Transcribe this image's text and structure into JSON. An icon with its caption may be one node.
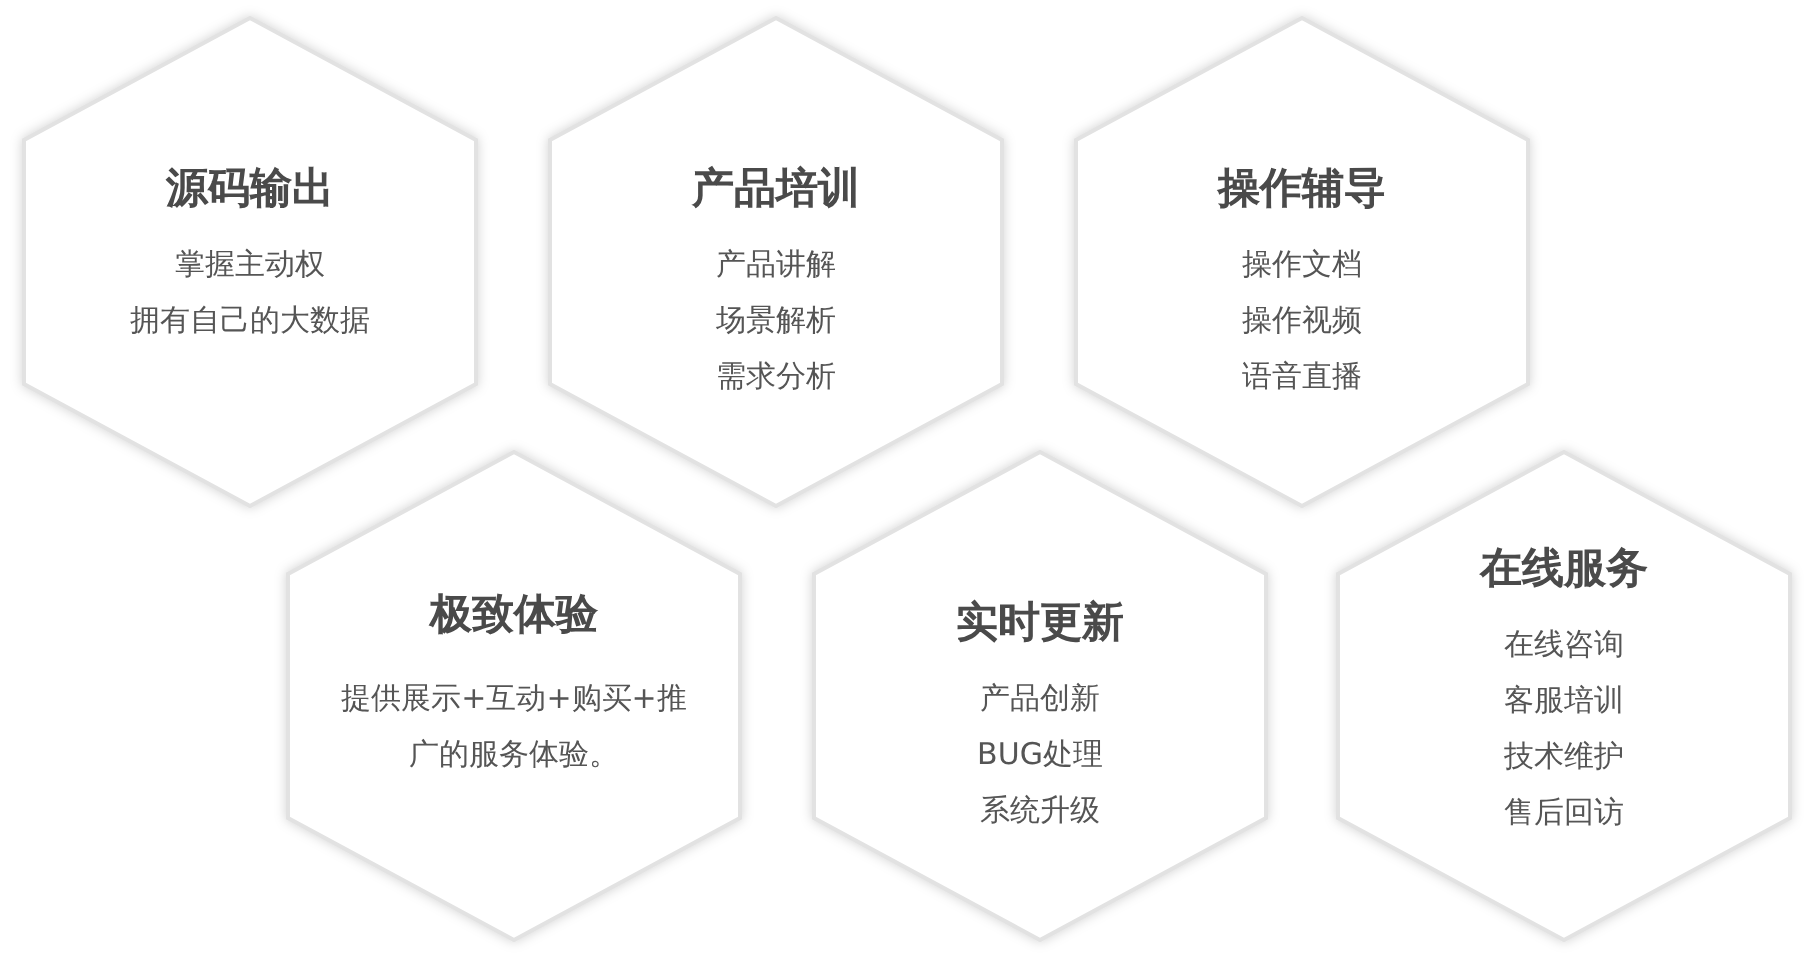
{
  "diagram": {
    "nodes": [
      {
        "text": [
          "源码输出",
          "掌握主动权",
          "拥有自己的大数据"
        ]
      },
      {
        "text": [
          "产品培训",
          "产品讲解",
          "场景解析",
          "需求分析"
        ]
      },
      {
        "text": [
          "操作辅导",
          "操作文档",
          "操作视频",
          "语音直播"
        ]
      },
      {
        "text": [
          "极致体验",
          "提供展示+互动+购买+推广的服务体验。"
        ]
      },
      {
        "text": [
          "实时更新",
          "产品创新",
          "BUG处理",
          "系统升级"
        ]
      },
      {
        "text": [
          "在线服务",
          "在线咨询",
          "客服培训",
          "技术维护",
          "售后回访"
        ]
      }
    ]
  }
}
